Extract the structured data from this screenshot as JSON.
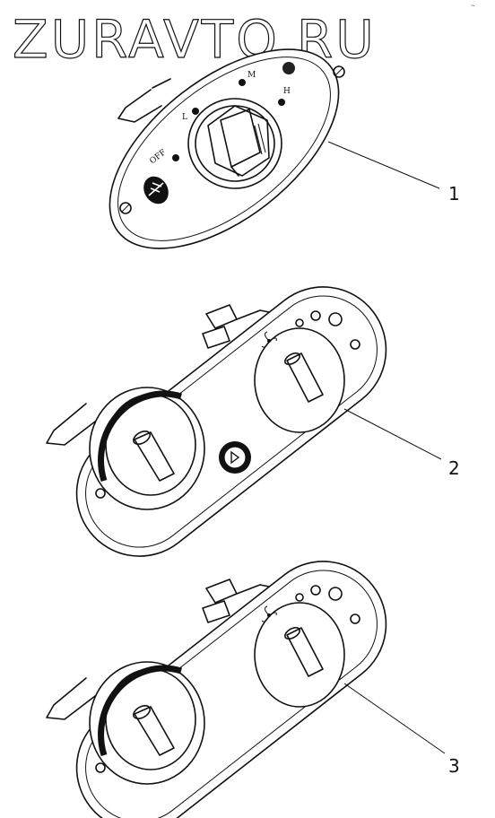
{
  "watermark": "ZURAVTO.RU",
  "corner_mark": "~",
  "panel1": {
    "callout": "1",
    "positions": [
      "OFF",
      "L",
      "M",
      "H"
    ]
  },
  "panel2": {
    "callout": "2"
  },
  "panel3": {
    "callout": "3"
  }
}
